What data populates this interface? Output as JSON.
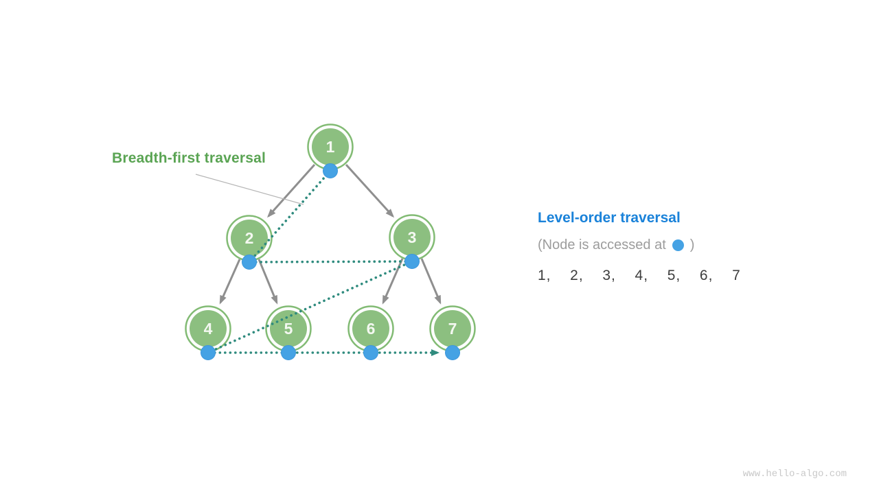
{
  "diagram": {
    "label": "Breadth-first traversal",
    "nodes": [
      {
        "label": "1"
      },
      {
        "label": "2"
      },
      {
        "label": "3"
      },
      {
        "label": "4"
      },
      {
        "label": "5"
      },
      {
        "label": "6"
      },
      {
        "label": "7"
      }
    ],
    "traversal_order": [
      1,
      2,
      3,
      4,
      5,
      6,
      7
    ]
  },
  "legend": {
    "title": "Level-order traversal",
    "note_before": "(Node is accessed at",
    "note_after": ")",
    "sequence": "1,  2,  3,  4,  5,  6,  7"
  },
  "watermark": "www.hello-algo.com",
  "colors": {
    "node_fill": "#8cbf80",
    "node_ring": "#82bb74",
    "node_text": "#f4f8f1",
    "tree_edge": "#8f8f8f",
    "traversal_dotted": "#2f8b7e",
    "access_dot": "#45a2e4",
    "bft_label_text": "#5aa453",
    "legend_title_text": "#1a82d9",
    "legend_note_text": "#9c9c9c",
    "sequence_text": "#3d3d3d",
    "pointer_line": "#b5b5b5",
    "watermark_text": "#c9c9c9"
  }
}
